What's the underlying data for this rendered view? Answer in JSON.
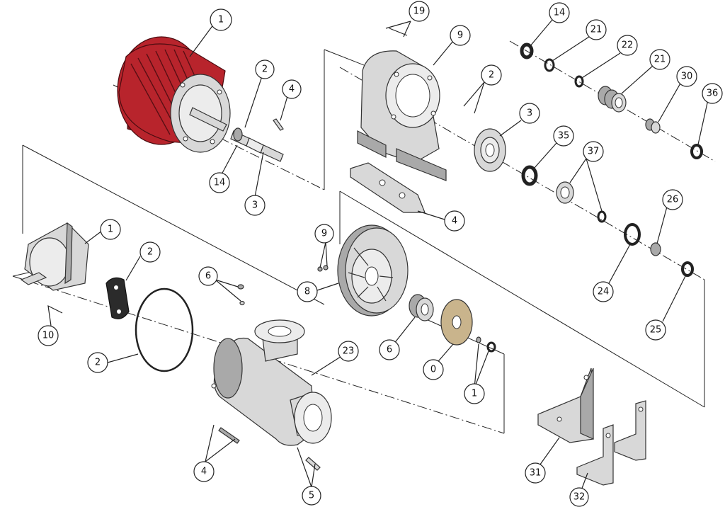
{
  "diagram": {
    "balloons": [
      {
        "id": "b-motor-1",
        "label": "1"
      },
      {
        "id": "b-shaft-2",
        "label": "2"
      },
      {
        "id": "b-key-4",
        "label": "4"
      },
      {
        "id": "b-shaft-14",
        "label": "14"
      },
      {
        "id": "b-shaft-3",
        "label": "3"
      },
      {
        "id": "b-lantern-19",
        "label": "19"
      },
      {
        "id": "b-lantern-9",
        "label": "9"
      },
      {
        "id": "b-flange-2",
        "label": "2"
      },
      {
        "id": "b-flange-3",
        "label": "3"
      },
      {
        "id": "b-bracket-4",
        "label": "4"
      },
      {
        "id": "b-seal-14",
        "label": "14"
      },
      {
        "id": "b-seal-21a",
        "label": "21"
      },
      {
        "id": "b-seal-22",
        "label": "22"
      },
      {
        "id": "b-seal-21b",
        "label": "21"
      },
      {
        "id": "b-seal-30",
        "label": "30"
      },
      {
        "id": "b-seal-36",
        "label": "36"
      },
      {
        "id": "b-seal-35",
        "label": "35"
      },
      {
        "id": "b-seal-37",
        "label": "37"
      },
      {
        "id": "b-seal-26",
        "label": "26"
      },
      {
        "id": "b-seal-24",
        "label": "24"
      },
      {
        "id": "b-seal-25",
        "label": "25"
      },
      {
        "id": "b-cover-1",
        "label": "1"
      },
      {
        "id": "b-gasket-2",
        "label": "2"
      },
      {
        "id": "b-screw-10",
        "label": "10"
      },
      {
        "id": "b-oring-2",
        "label": "2"
      },
      {
        "id": "b-plug-6",
        "label": "6"
      },
      {
        "id": "b-casing-23",
        "label": "23"
      },
      {
        "id": "b-pin-4",
        "label": "4"
      },
      {
        "id": "b-bolt-5",
        "label": "5"
      },
      {
        "id": "b-impeller-9",
        "label": "9"
      },
      {
        "id": "b-impeller-8",
        "label": "8"
      },
      {
        "id": "b-bush-6",
        "label": "6"
      },
      {
        "id": "b-disc-0",
        "label": "0"
      },
      {
        "id": "b-nut-1",
        "label": "1"
      },
      {
        "id": "b-foot-31",
        "label": "31"
      },
      {
        "id": "b-foot-32",
        "label": "32"
      }
    ]
  }
}
